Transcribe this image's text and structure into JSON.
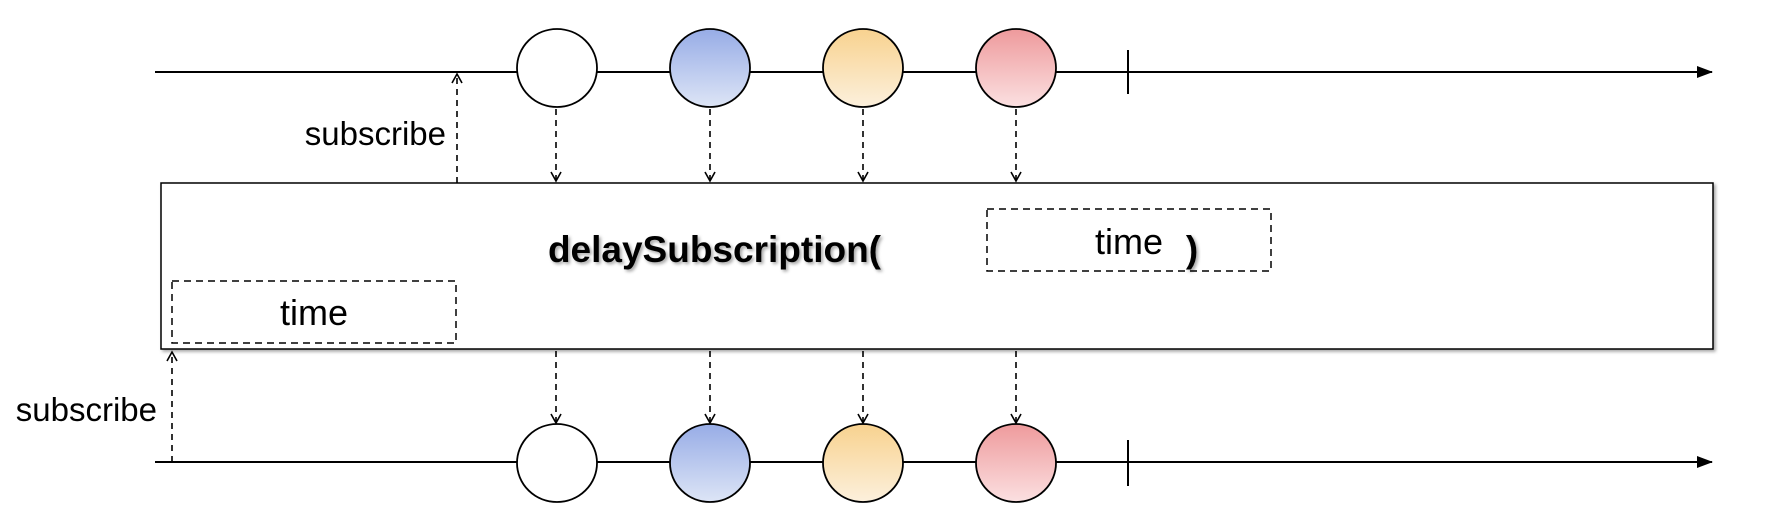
{
  "operator": {
    "name": "delaySubscription(",
    "param": "time",
    "close": ")"
  },
  "delay_box_label": "time",
  "labels": {
    "subscribe_upper": "subscribe",
    "subscribe_lower": "subscribe"
  },
  "marbles": [
    {
      "name": "white",
      "fill_top": "#ffffff",
      "fill_bottom": "#ffffff"
    },
    {
      "name": "blue",
      "fill_top": "#97ace6",
      "fill_bottom": "#dde5f6"
    },
    {
      "name": "orange",
      "fill_top": "#f8d28f",
      "fill_bottom": "#fcf0dc"
    },
    {
      "name": "red",
      "fill_top": "#ee9a9c",
      "fill_bottom": "#fbe0e1"
    }
  ],
  "colors": {
    "stroke": "#000000",
    "shadow": "#9a9a9a"
  }
}
